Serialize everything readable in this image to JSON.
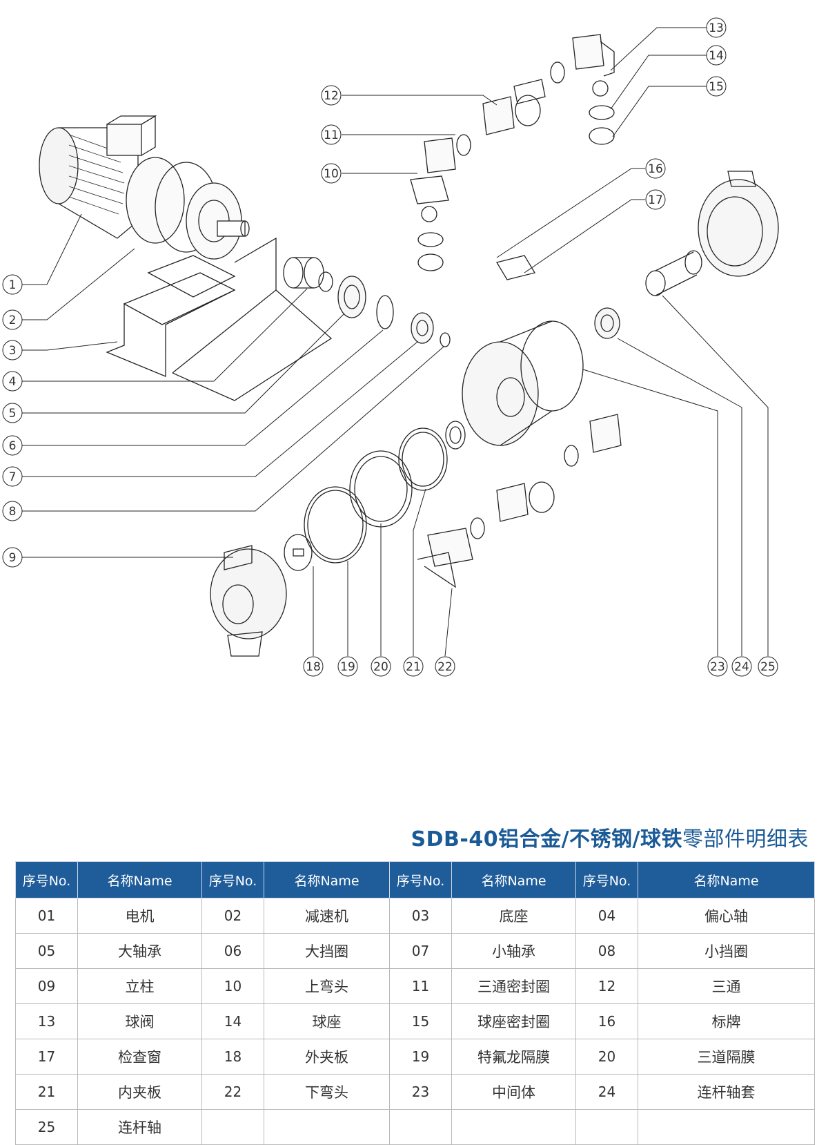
{
  "callouts": {
    "left": [
      "1",
      "2",
      "3",
      "4",
      "5",
      "6",
      "7",
      "8",
      "9"
    ],
    "top_right": [
      "13",
      "14",
      "15"
    ],
    "top_left": [
      "12",
      "11",
      "10"
    ],
    "mid": [
      "16",
      "17"
    ],
    "bottom": [
      "18",
      "19",
      "20",
      "21",
      "22"
    ],
    "bottom_right": [
      "23",
      "24",
      "25"
    ]
  },
  "table": {
    "title_model": "SDB-40铝合金/不锈钢/球铁",
    "title_rest": "零部件明细表",
    "col_no": "序号No.",
    "col_name": "名称Name",
    "rows": [
      [
        [
          "01",
          "电机"
        ],
        [
          "02",
          "减速机"
        ],
        [
          "03",
          "底座"
        ],
        [
          "04",
          "偏心轴"
        ]
      ],
      [
        [
          "05",
          "大轴承"
        ],
        [
          "06",
          "大挡圈"
        ],
        [
          "07",
          "小轴承"
        ],
        [
          "08",
          "小挡圈"
        ]
      ],
      [
        [
          "09",
          "立柱"
        ],
        [
          "10",
          "上弯头"
        ],
        [
          "11",
          "三通密封圈"
        ],
        [
          "12",
          "三通"
        ]
      ],
      [
        [
          "13",
          "球阀"
        ],
        [
          "14",
          "球座"
        ],
        [
          "15",
          "球座密封圈"
        ],
        [
          "16",
          "标牌"
        ]
      ],
      [
        [
          "17",
          "检查窗"
        ],
        [
          "18",
          "外夹板"
        ],
        [
          "19",
          "特氟龙隔膜"
        ],
        [
          "20",
          "三道隔膜"
        ]
      ],
      [
        [
          "21",
          "内夹板"
        ],
        [
          "22",
          "下弯头"
        ],
        [
          "23",
          "中间体"
        ],
        [
          "24",
          "连杆轴套"
        ]
      ],
      [
        [
          "25",
          "连杆轴"
        ],
        [
          "",
          ""
        ],
        [
          "",
          ""
        ],
        [
          "",
          ""
        ]
      ]
    ]
  },
  "colors": {
    "header_bg": "#1e5c9a",
    "title": "#1a5a96",
    "line": "#222222"
  }
}
